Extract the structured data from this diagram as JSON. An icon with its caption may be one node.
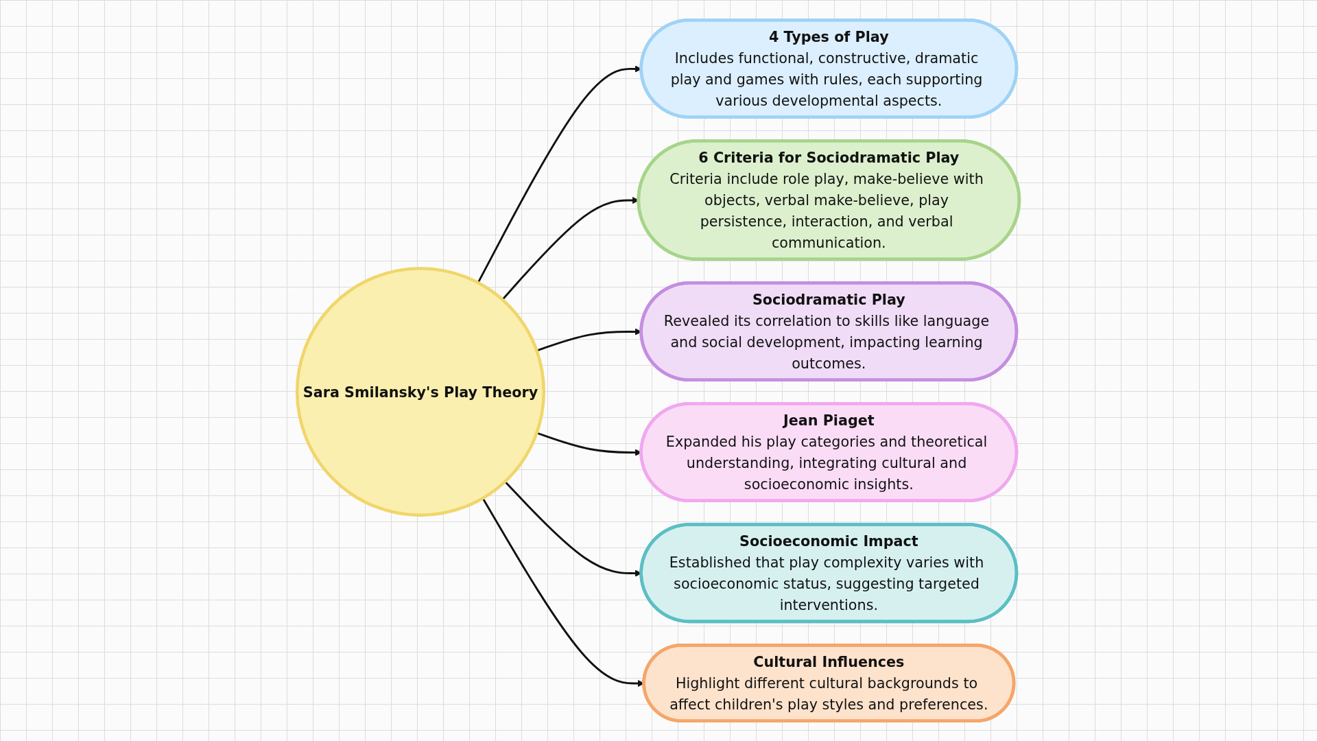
{
  "diagram": {
    "nodes": [
      {
        "text": [
          "Sara Smilansky's Play Theory"
        ]
      },
      {
        "text": [
          "4 Types of Play",
          "Includes functional, constructive, dramatic play and games with rules, each supporting various developmental aspects."
        ]
      },
      {
        "text": [
          "6 Criteria for Sociodramatic Play",
          "Criteria include role play, make-believe with objects, verbal make-believe, play persistence, interaction, and verbal communication."
        ]
      },
      {
        "text": [
          "Sociodramatic Play",
          "Revealed its correlation to skills like language and social development, impacting learning outcomes."
        ]
      },
      {
        "text": [
          "Jean Piaget",
          "Expanded his play categories and theoretical understanding, integrating cultural and socioeconomic insights."
        ]
      },
      {
        "text": [
          "Socioeconomic Impact",
          "Established that play complexity varies with socioeconomic status, suggesting targeted interventions."
        ]
      },
      {
        "text": [
          "Cultural Influences",
          "Highlight different cultural backgrounds to affect children's play styles and preferences."
        ]
      }
    ],
    "edges": [
      {
        "from": 0,
        "to": 1,
        "arrow": "to"
      },
      {
        "from": 0,
        "to": 2,
        "arrow": "to"
      },
      {
        "from": 0,
        "to": 3,
        "arrow": "to"
      },
      {
        "from": 0,
        "to": 4,
        "arrow": "to"
      },
      {
        "from": 0,
        "to": 5,
        "arrow": "to"
      },
      {
        "from": 0,
        "to": 6,
        "arrow": "to"
      }
    ]
  }
}
